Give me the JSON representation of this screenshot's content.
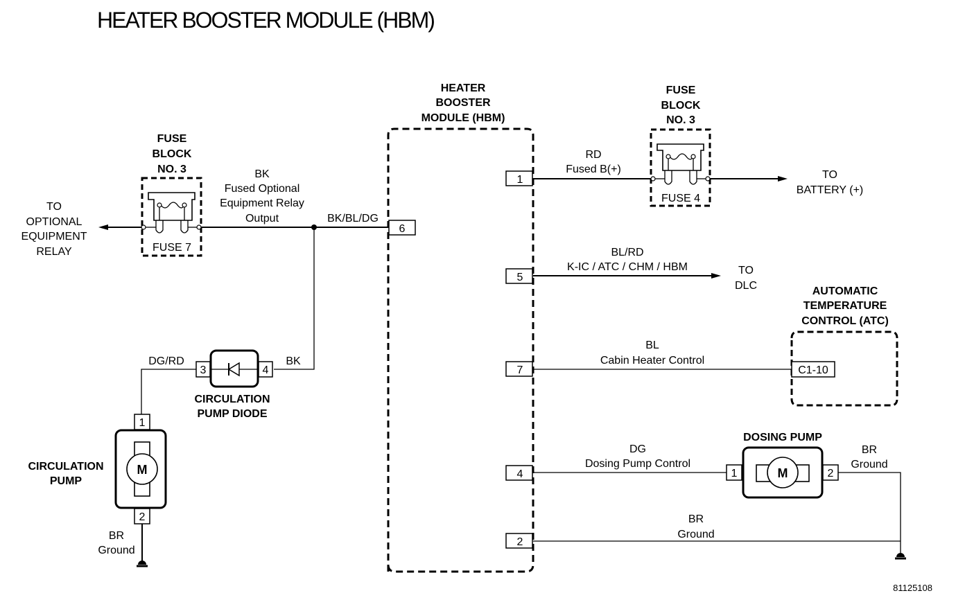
{
  "title": "HEATER BOOSTER MODULE (HBM)",
  "figure_id": "81125108",
  "hbm": {
    "label_lines": [
      "HEATER",
      "BOOSTER",
      "MODULE (HBM)"
    ],
    "pins": [
      "1",
      "6",
      "5",
      "7",
      "4",
      "2"
    ]
  },
  "fuse_block_left": {
    "label_lines": [
      "FUSE",
      "BLOCK",
      "NO. 3"
    ],
    "fuse": "FUSE 7",
    "destination_lines": [
      "TO",
      "OPTIONAL",
      "EQUIPMENT",
      "RELAY"
    ]
  },
  "fuse_block_right": {
    "label_lines": [
      "FUSE",
      "BLOCK",
      "NO. 3"
    ],
    "fuse": "FUSE 4",
    "destination_lines": [
      "TO",
      "BATTERY (+)"
    ]
  },
  "wires": {
    "pin6": {
      "color": "BK",
      "desc_lines": [
        "Fused Optional",
        "Equipment Relay",
        "Output"
      ],
      "splice_color": "BK/BL/DG"
    },
    "pin1": {
      "color": "RD",
      "desc": "Fused B(+)"
    },
    "pin5": {
      "color": "BL/RD",
      "desc": "K-IC / ATC / CHM / HBM",
      "destination_lines": [
        "TO",
        "DLC"
      ]
    },
    "pin7": {
      "color": "BL",
      "desc": "Cabin Heater Control"
    },
    "pin4": {
      "color": "DG",
      "desc": "Dosing Pump Control"
    },
    "pin2": {
      "color": "BR",
      "desc": "Ground"
    },
    "diode_in": {
      "color": "DG/RD"
    },
    "diode_out": {
      "color": "BK"
    },
    "circ_ground": {
      "color": "BR",
      "desc": "Ground"
    },
    "dosing_ground": {
      "color": "BR",
      "desc": "Ground"
    }
  },
  "atc": {
    "label_lines": [
      "AUTOMATIC",
      "TEMPERATURE",
      "CONTROL (ATC)"
    ],
    "pin": "C1-10"
  },
  "diode": {
    "label_lines": [
      "CIRCULATION",
      "PUMP DIODE"
    ],
    "pins": [
      "3",
      "4"
    ]
  },
  "circulation_pump": {
    "label_lines": [
      "CIRCULATION",
      "PUMP"
    ],
    "pins": [
      "1",
      "2"
    ],
    "motor": "M"
  },
  "dosing_pump": {
    "label": "DOSING PUMP",
    "pins": [
      "1",
      "2"
    ],
    "motor": "M"
  }
}
